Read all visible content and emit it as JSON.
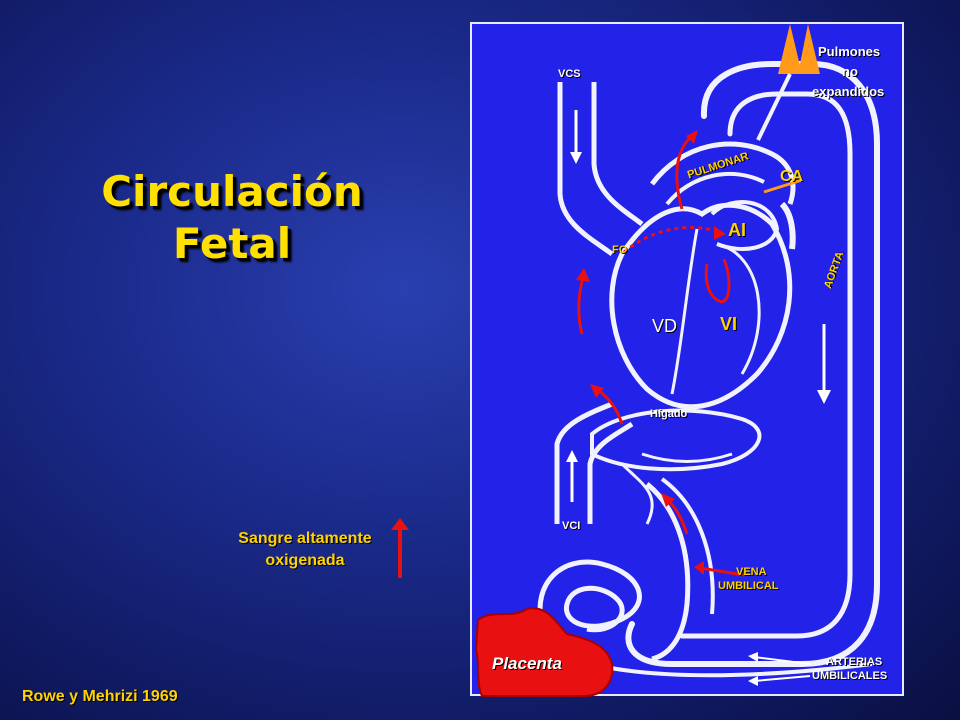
{
  "title": {
    "line1": "Circulación",
    "line2": "Fetal"
  },
  "legend": {
    "line1": "Sangre altamente",
    "line2": "oxigenada"
  },
  "citation": "Rowe y Mehrizi 1969",
  "labels": {
    "vcs": "VCS",
    "pulmones_1": "Pulmones",
    "pulmones_2": "no",
    "pulmones_3": "expandidos",
    "pulmonar": "PULMONAR",
    "ca": "CA",
    "ai": "AI",
    "fo": "FO",
    "aorta": "AORTA",
    "vd": "VD",
    "vi": "VI",
    "higado": "Hígado",
    "vci": "VCI",
    "vena_1": "VENA",
    "vena_2": "UMBILICAL",
    "placenta": "Placenta",
    "arterias_1": "ARTERIAS",
    "arterias_2": "UMBILICALES"
  },
  "colors": {
    "panel": "#2222e8",
    "title": "#ffe000",
    "oxygenated_arrow": "#e81010",
    "placenta": "#e81010",
    "lung": "#ff9a1a"
  }
}
